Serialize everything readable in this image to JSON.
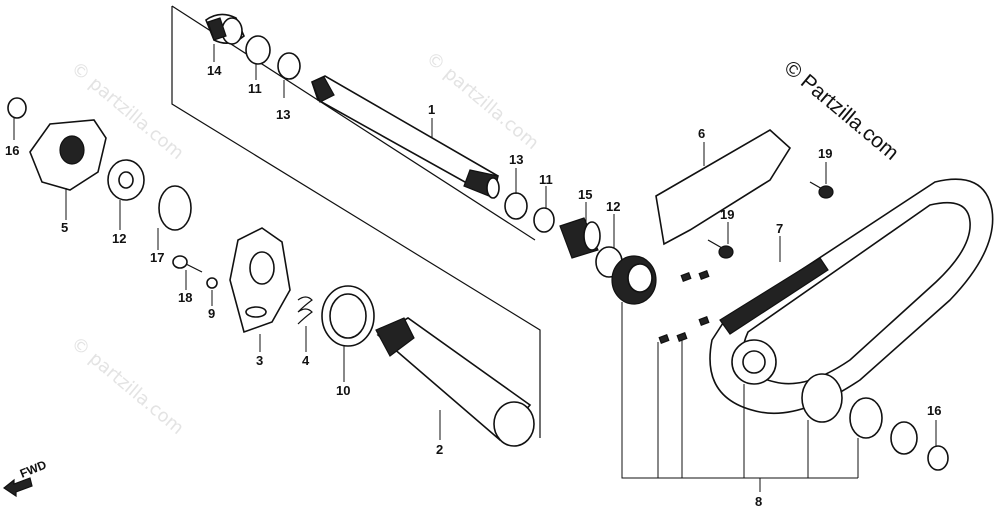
{
  "diagram": {
    "brand_watermark": "© Partzilla.com",
    "faint_watermark": "© partzilla.com",
    "direction_label": "FWD",
    "callouts": {
      "c1": "1",
      "c2": "2",
      "c3": "3",
      "c4": "4",
      "c5": "5",
      "c6": "6",
      "c7": "7",
      "c8": "8",
      "c9": "9",
      "c10": "10",
      "c11a": "11",
      "c11b": "11",
      "c12a": "12",
      "c12b": "12",
      "c13a": "13",
      "c13b": "13",
      "c14": "14",
      "c15": "15",
      "c16a": "16",
      "c16b": "16",
      "c17": "17",
      "c18": "18",
      "c19a": "19",
      "c19b": "19"
    }
  }
}
